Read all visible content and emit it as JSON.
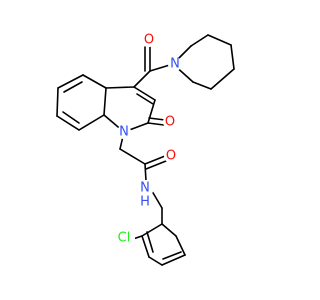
{
  "molecule": {
    "atoms": {
      "o_ketone": {
        "label": "O",
        "color": "#ff0d0d"
      },
      "n_piperidine": {
        "label": "N",
        "color": "#3050f8"
      },
      "o_lactam": {
        "label": "O",
        "color": "#ff0d0d"
      },
      "n_quinolinone": {
        "label": "N",
        "color": "#3050f8"
      },
      "o_amide": {
        "label": "O",
        "color": "#ff0d0d"
      },
      "n_amide": {
        "label": "N",
        "color": "#3050f8"
      },
      "h_amide": {
        "label": "H",
        "color": "#3050f8"
      },
      "cl": {
        "label": "Cl",
        "color": "#1ff01f"
      }
    }
  }
}
